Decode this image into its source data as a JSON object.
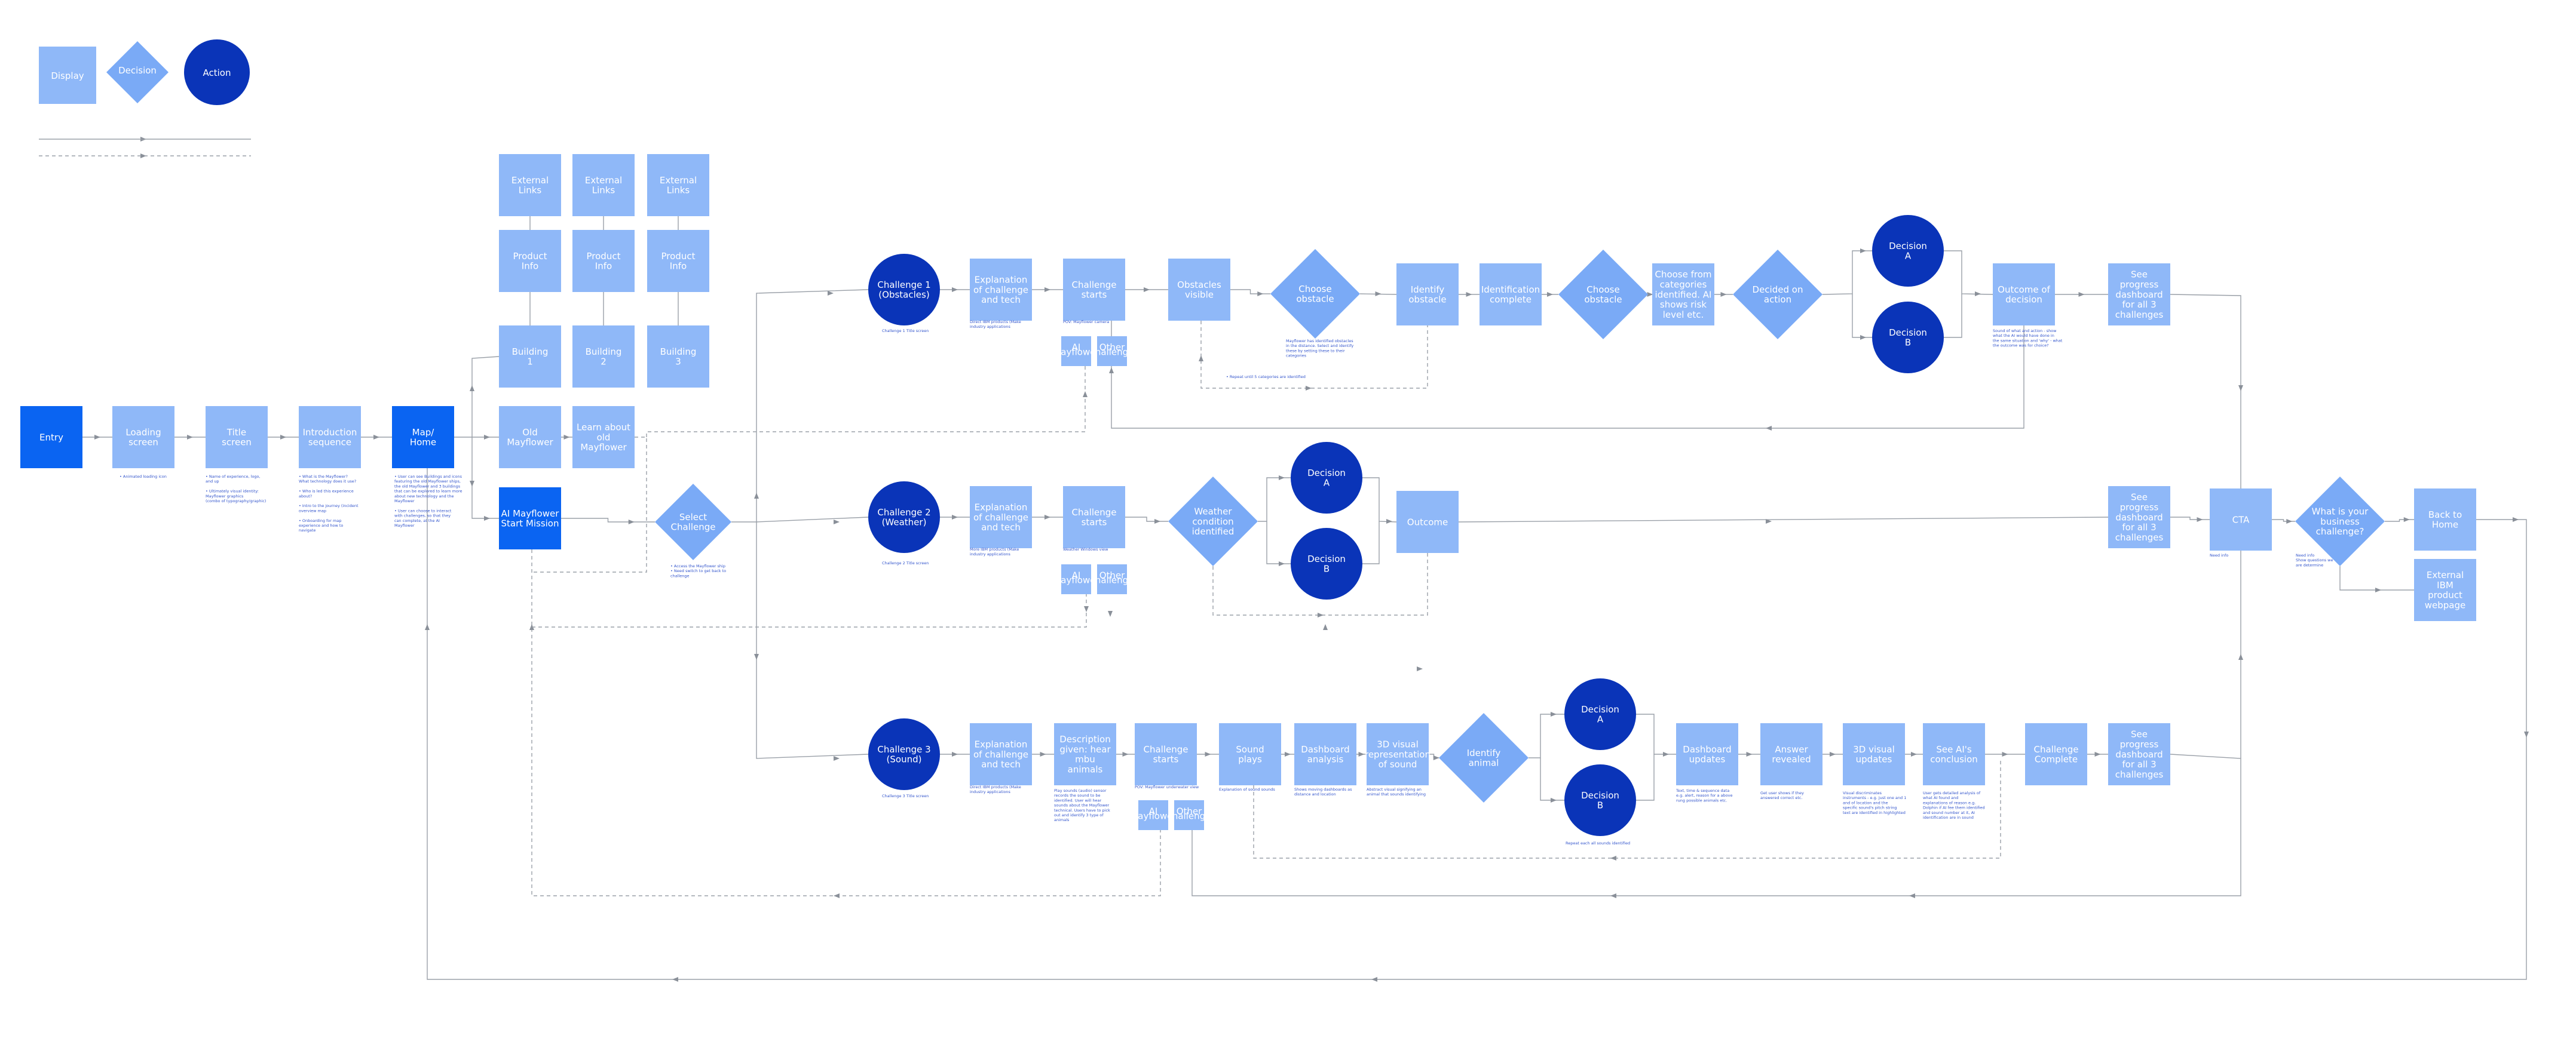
{
  "colors": {
    "display": "#8fb8f8",
    "decision": "#7aaaf6",
    "action": "#0a34b8",
    "primary": "#0a64f2",
    "connector": "#9aa0a8",
    "note": "#3355cc"
  },
  "legend": {
    "display": "Display",
    "decision": "Decision",
    "action": "Action"
  },
  "nodes": [
    {
      "id": "entry",
      "kind": "primary",
      "lines": [
        "Entry"
      ]
    },
    {
      "id": "loading",
      "kind": "display",
      "lines": [
        "Loading",
        "screen"
      ]
    },
    {
      "id": "title",
      "kind": "display",
      "lines": [
        "Title",
        "screen"
      ]
    },
    {
      "id": "intro",
      "kind": "display",
      "lines": [
        "Introduction",
        "sequence"
      ]
    },
    {
      "id": "map",
      "kind": "primary",
      "lines": [
        "Map/",
        "Home"
      ]
    },
    {
      "id": "ext1",
      "kind": "display",
      "lines": [
        "External",
        "Links"
      ]
    },
    {
      "id": "ext2",
      "kind": "display",
      "lines": [
        "External",
        "Links"
      ]
    },
    {
      "id": "ext3",
      "kind": "display",
      "lines": [
        "External",
        "Links"
      ]
    },
    {
      "id": "prod1",
      "kind": "display",
      "lines": [
        "Product",
        "Info"
      ]
    },
    {
      "id": "prod2",
      "kind": "display",
      "lines": [
        "Product",
        "Info"
      ]
    },
    {
      "id": "prod3",
      "kind": "display",
      "lines": [
        "Product",
        "Info"
      ]
    },
    {
      "id": "bld1",
      "kind": "display",
      "lines": [
        "Building",
        "1"
      ]
    },
    {
      "id": "bld2",
      "kind": "display",
      "lines": [
        "Building",
        "2"
      ]
    },
    {
      "id": "bld3",
      "kind": "display",
      "lines": [
        "Building",
        "3"
      ]
    },
    {
      "id": "oldmay",
      "kind": "display",
      "lines": [
        "Old",
        "Mayflower"
      ]
    },
    {
      "id": "learn",
      "kind": "display",
      "lines": [
        "Learn about",
        "old",
        "Mayflower"
      ]
    },
    {
      "id": "aimay",
      "kind": "primary",
      "lines": [
        "AI Mayflower",
        "Start Mission"
      ]
    },
    {
      "id": "select",
      "kind": "decision",
      "lines": [
        "Select",
        "Challenge"
      ]
    },
    {
      "id": "ch1",
      "kind": "action",
      "lines": [
        "Challenge 1",
        "(Obstacles)"
      ]
    },
    {
      "id": "ch2",
      "kind": "action",
      "lines": [
        "Challenge 2",
        "(Weather)"
      ]
    },
    {
      "id": "ch3",
      "kind": "action",
      "lines": [
        "Challenge 3",
        "(Sound)"
      ]
    },
    {
      "id": "exp1",
      "kind": "display",
      "lines": [
        "Explanation",
        "of challenge",
        "and tech"
      ]
    },
    {
      "id": "exp2",
      "kind": "display",
      "lines": [
        "Explanation",
        "of challenge",
        "and tech"
      ]
    },
    {
      "id": "exp3",
      "kind": "display",
      "lines": [
        "Explanation",
        "of challenge",
        "and tech"
      ]
    },
    {
      "id": "cs1",
      "kind": "display",
      "lines": [
        "Challenge",
        "starts"
      ]
    },
    {
      "id": "cs2",
      "kind": "display",
      "lines": [
        "Challenge",
        "starts"
      ]
    },
    {
      "id": "desc3",
      "kind": "display",
      "lines": [
        "Description",
        "given: hear",
        "mbu",
        "animals"
      ]
    },
    {
      "id": "cs3",
      "kind": "display",
      "lines": [
        "Challenge",
        "starts"
      ]
    },
    {
      "id": "obsvis",
      "kind": "display",
      "lines": [
        "Obstacles",
        "visible"
      ]
    },
    {
      "id": "chooseobs",
      "kind": "decision",
      "lines": [
        "Choose",
        "obstacle"
      ]
    },
    {
      "id": "identobs",
      "kind": "display",
      "lines": [
        "Identify",
        "obstacle"
      ]
    },
    {
      "id": "identcomp",
      "kind": "display",
      "lines": [
        "Identification",
        "complete"
      ]
    },
    {
      "id": "chooseobs2",
      "kind": "decision",
      "lines": [
        "Choose",
        "obstacle"
      ]
    },
    {
      "id": "choosecat",
      "kind": "display",
      "lines": [
        "Choose from",
        "categories",
        "identified. AI",
        "shows risk",
        "level etc."
      ]
    },
    {
      "id": "decidedact",
      "kind": "decision",
      "lines": [
        "Decided on",
        "action"
      ]
    },
    {
      "id": "dec1a",
      "kind": "action",
      "lines": [
        "Decision",
        "A"
      ]
    },
    {
      "id": "dec1b",
      "kind": "action",
      "lines": [
        "Decision",
        "B"
      ]
    },
    {
      "id": "outdec",
      "kind": "display",
      "lines": [
        "Outcome of",
        "decision"
      ]
    },
    {
      "id": "prog1",
      "kind": "display",
      "lines": [
        "See",
        "progress",
        "dashboard",
        "for all 3",
        "challenges"
      ]
    },
    {
      "id": "weather",
      "kind": "decision",
      "lines": [
        "Weather",
        "condition",
        "identified"
      ]
    },
    {
      "id": "dec2a",
      "kind": "action",
      "lines": [
        "Decision",
        "A"
      ]
    },
    {
      "id": "dec2b",
      "kind": "action",
      "lines": [
        "Decision",
        "B"
      ]
    },
    {
      "id": "outcome2",
      "kind": "display",
      "lines": [
        "Outcome"
      ]
    },
    {
      "id": "prog2",
      "kind": "display",
      "lines": [
        "See",
        "progress",
        "dashboard",
        "for all 3",
        "challenges"
      ]
    },
    {
      "id": "cta",
      "kind": "display",
      "lines": [
        "CTA"
      ]
    },
    {
      "id": "bizq",
      "kind": "decision",
      "lines": [
        "What is your",
        "business",
        "challenge?"
      ]
    },
    {
      "id": "home",
      "kind": "display",
      "lines": [
        "Back to",
        "Home"
      ]
    },
    {
      "id": "ibm",
      "kind": "display",
      "lines": [
        "External",
        "IBM",
        "product",
        "webpage"
      ]
    },
    {
      "id": "sound",
      "kind": "display",
      "lines": [
        "Sound",
        "plays"
      ]
    },
    {
      "id": "dash3",
      "kind": "display",
      "lines": [
        "Dashboard",
        "analysis"
      ]
    },
    {
      "id": "vis3",
      "kind": "display",
      "lines": [
        "3D visual",
        "representation",
        "of sound"
      ]
    },
    {
      "id": "identani",
      "kind": "decision",
      "lines": [
        "Identify",
        "animal"
      ]
    },
    {
      "id": "dec3a",
      "kind": "action",
      "lines": [
        "Decision",
        "A"
      ]
    },
    {
      "id": "dec3b",
      "kind": "action",
      "lines": [
        "Decision",
        "B"
      ]
    },
    {
      "id": "dashupd",
      "kind": "display",
      "lines": [
        "Dashboard",
        "updates"
      ]
    },
    {
      "id": "answer",
      "kind": "display",
      "lines": [
        "Answer",
        "revealed"
      ]
    },
    {
      "id": "vis3upd",
      "kind": "display",
      "lines": [
        "3D visual",
        "updates"
      ]
    },
    {
      "id": "aiconc",
      "kind": "display",
      "lines": [
        "See AI's",
        "conclusion"
      ]
    },
    {
      "id": "chcomp",
      "kind": "display",
      "lines": [
        "Challenge",
        "Complete"
      ]
    },
    {
      "id": "prog3",
      "kind": "display",
      "lines": [
        "See",
        "progress",
        "dashboard",
        "for all 3",
        "challenges"
      ]
    },
    {
      "id": "sub1a",
      "kind": "display",
      "lines": [
        "AI",
        "Mayflower"
      ]
    },
    {
      "id": "sub1b",
      "kind": "display",
      "lines": [
        "Other",
        "challenge"
      ]
    },
    {
      "id": "sub2a",
      "kind": "display",
      "lines": [
        "AI",
        "Mayflower"
      ]
    },
    {
      "id": "sub2b",
      "kind": "display",
      "lines": [
        "Other",
        "challenge"
      ]
    },
    {
      "id": "sub3a",
      "kind": "display",
      "lines": [
        "AI",
        "Mayflower"
      ]
    },
    {
      "id": "sub3b",
      "kind": "display",
      "lines": [
        "Other",
        "challenge"
      ]
    }
  ],
  "notes": [
    {
      "id": "n_loading",
      "lines": [
        "• Animated loading icon"
      ]
    },
    {
      "id": "n_title",
      "lines": [
        "• Name of experience, logo,",
        "  and up",
        "",
        "• Ultimately visual identity:",
        "  Mayflower graphics",
        "  (combo of typography/graphic)"
      ]
    },
    {
      "id": "n_intro",
      "lines": [
        "• What is the Mayflower?",
        "  What technology does it use?",
        "",
        "• Who is led this experience",
        "  about?",
        "",
        "• Intro to the journey (incident",
        "  overview map",
        "",
        "• Onboarding for map",
        "  experience and how to",
        "  navigate"
      ]
    },
    {
      "id": "n_map",
      "lines": [
        "• User can see Buildings and icons",
        "  featuring the old Mayflower ships,",
        "  the old Mayflower and 3 buildings",
        "  that can be explored to learn more",
        "  about new technology and the",
        "  Mayflower",
        "",
        "• User can choose to interact",
        "  with challenges, so that they",
        "  can complete, at the AI",
        "  Mayflower"
      ]
    },
    {
      "id": "n_select",
      "lines": [
        "• Access the Mayflower ship",
        "• Need switch to get back to",
        "  challenge"
      ]
    },
    {
      "id": "n_ch1",
      "lines": [
        "Challenge 1 Title screen"
      ]
    },
    {
      "id": "n_exp1",
      "lines": [
        "Direct IBM products (Make",
        "industry applications"
      ]
    },
    {
      "id": "n_cs1",
      "lines": [
        "POV: Mayflower camera"
      ]
    },
    {
      "id": "n_chooseobs",
      "lines": [
        "Mayflower has identified obstacles",
        "in the distance. Select and identify",
        "these by setting these to their",
        "categories"
      ]
    },
    {
      "id": "n_obsnote",
      "lines": [
        "• Repeat until 5 categories are identified"
      ]
    },
    {
      "id": "n_outdec",
      "lines": [
        "Sound of what and action - show",
        "what the AI would have done in",
        "the same situation and 'why' - what",
        "the outcome was for choice?"
      ]
    },
    {
      "id": "n_ch2",
      "lines": [
        "Challenge 2 Title screen"
      ]
    },
    {
      "id": "n_exp2",
      "lines": [
        "More IBM products (Make",
        "industry applications"
      ]
    },
    {
      "id": "n_cs2",
      "lines": [
        "Weather Windows view"
      ]
    },
    {
      "id": "n_cta",
      "lines": [
        "Need info"
      ]
    },
    {
      "id": "n_bizq",
      "lines": [
        "Need info",
        "Show questions we",
        "are determine"
      ]
    },
    {
      "id": "n_ch3",
      "lines": [
        "Challenge 3 Title screen"
      ]
    },
    {
      "id": "n_exp3",
      "lines": [
        "Direct IBM products (Make",
        "industry applications"
      ]
    },
    {
      "id": "n_desc3",
      "lines": [
        "Play sounds (audio) sensor",
        "records the sound to be",
        "identified. User will hear",
        "sounds about the Mayflower",
        "technical. Users have to pick",
        "out and identify 3 type of",
        "animals"
      ]
    },
    {
      "id": "n_cs3",
      "lines": [
        "POV: Mayflower underwater view"
      ]
    },
    {
      "id": "n_sound",
      "lines": [
        "Explanation of sound sounds"
      ]
    },
    {
      "id": "n_dash3",
      "lines": [
        "Shows moving dashboards as",
        "distance and location"
      ]
    },
    {
      "id": "n_vis3",
      "lines": [
        "Abstract visual signifying an",
        "animal that sounds identifying"
      ]
    },
    {
      "id": "n_dec3",
      "lines": [
        "Repeat each all sounds identified"
      ]
    },
    {
      "id": "n_dashupd",
      "lines": [
        "Text, time & sequence data",
        "e.g. alert, reason for a above",
        "rung possible animals etc."
      ]
    },
    {
      "id": "n_answer",
      "lines": [
        "Get user shows if they",
        "answered correct etc."
      ]
    },
    {
      "id": "n_vis3upd",
      "lines": [
        "Visual discriminates",
        "instruments - e.g. just one and 1",
        "and of location and the",
        "specific sound's pitch string",
        "text are identified in highlighted"
      ]
    },
    {
      "id": "n_aiconc",
      "lines": [
        "User gets detailed analysis of",
        "what AI found and",
        "explanations of reason e.g.",
        "Dolphin if AI fee them identified",
        "and sound number at it, AI",
        "identification are in sound"
      ]
    }
  ]
}
